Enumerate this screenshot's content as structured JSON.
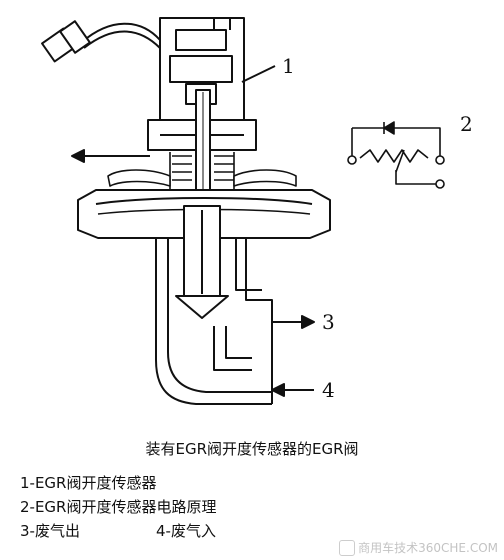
{
  "callouts": {
    "c1": "1",
    "c2": "2",
    "c3": "3",
    "c4": "4"
  },
  "caption": "装有EGR阀开度传感器的EGR阀",
  "legend": [
    "1-EGR阀开度传感器",
    "2-EGR阀开度传感器电路原理",
    "3-废气出",
    "4-废气入"
  ],
  "watermark": "商用车技术360CHE.COM"
}
